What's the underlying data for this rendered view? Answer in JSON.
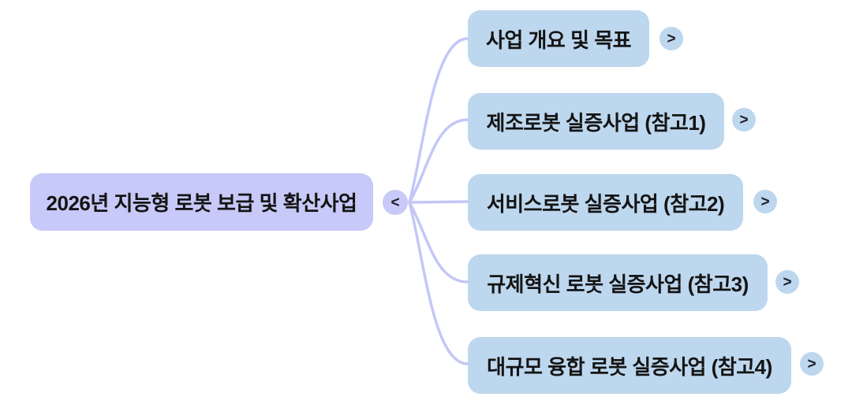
{
  "colors": {
    "canvas_bg": "#ffffff",
    "root_fill": "#c7c9f8",
    "child_fill": "#bdd7ee",
    "edge_color": "#c3c6f7",
    "text_color": "#141414"
  },
  "mindmap": {
    "root": {
      "label": "2026년 지능형 로봇 보급 및 확산사업",
      "collapse_glyph": "<"
    },
    "children": [
      {
        "label": "사업 개요 및 목표",
        "expand_glyph": ">"
      },
      {
        "label": "제조로봇 실증사업 (참고1)",
        "expand_glyph": ">"
      },
      {
        "label": "서비스로봇 실증사업 (참고2)",
        "expand_glyph": ">"
      },
      {
        "label": "규제혁신 로봇 실증사업 (참고3)",
        "expand_glyph": ">"
      },
      {
        "label": "대규모 융합 로봇 실증사업 (참고4)",
        "expand_glyph": ">"
      }
    ]
  }
}
